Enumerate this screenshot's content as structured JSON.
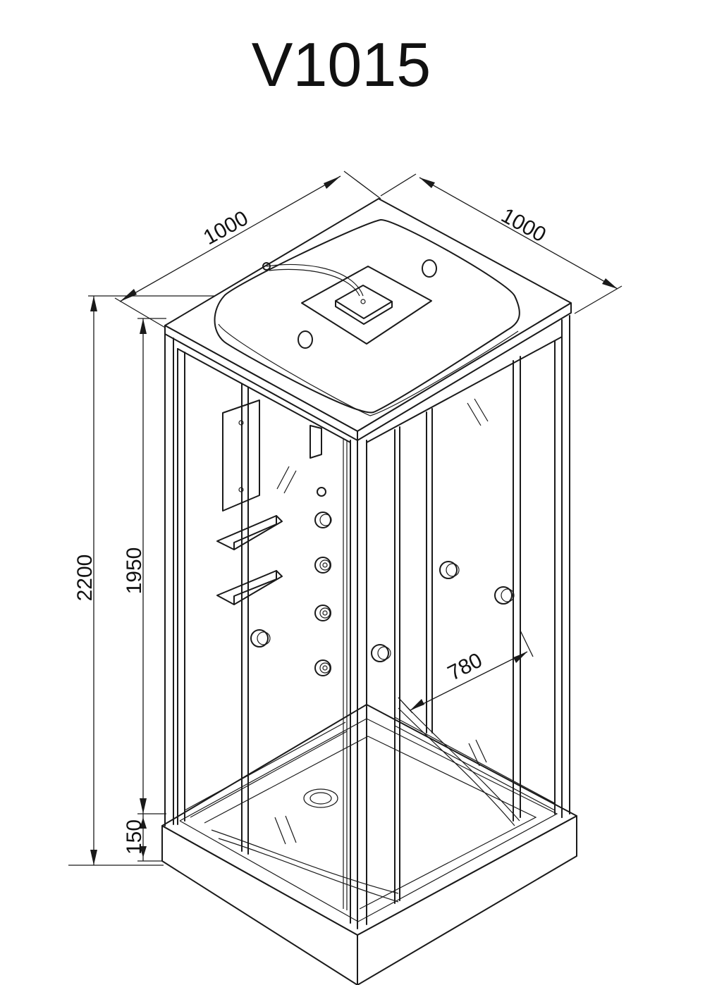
{
  "title": "V1015",
  "dimensions": {
    "width_left": "1000",
    "width_right": "1000",
    "total_height": "2200",
    "cabin_height": "1950",
    "tray_height": "150",
    "door_opening": "780"
  }
}
